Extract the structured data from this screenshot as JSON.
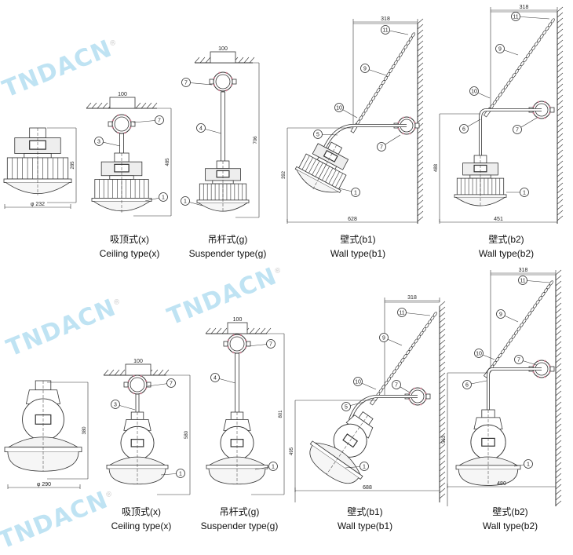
{
  "watermark": "TNDACN",
  "registered_mark": "®",
  "top_row": {
    "panels": [
      {
        "id": "product",
        "dims": [
          "285",
          "φ 232"
        ],
        "callouts": []
      },
      {
        "id": "ceiling",
        "caption_cn": "吸顶式(x)",
        "caption_en": "Ceiling type(x)",
        "dims": [
          "100",
          "485"
        ],
        "callouts": [
          "7",
          "3",
          "1"
        ]
      },
      {
        "id": "suspender",
        "caption_cn": "吊杆式(g)",
        "caption_en": "Suspender type(g)",
        "dims": [
          "100",
          "706"
        ],
        "callouts": [
          "7",
          "4",
          "1"
        ]
      },
      {
        "id": "wall_b1",
        "caption_cn": "壁式(b1)",
        "caption_en": "Wall type(b1)",
        "dims": [
          "318",
          "392",
          "628"
        ],
        "callouts": [
          "11",
          "9",
          "10",
          "5",
          "7",
          "1"
        ]
      },
      {
        "id": "wall_b2",
        "caption_cn": "壁式(b2)",
        "caption_en": "Wall type(b2)",
        "dims": [
          "318",
          "488",
          "451"
        ],
        "callouts": [
          "11",
          "9",
          "10",
          "6",
          "7",
          "1"
        ]
      }
    ]
  },
  "bottom_row": {
    "panels": [
      {
        "id": "product",
        "dims": [
          "380",
          "φ 290"
        ],
        "callouts": []
      },
      {
        "id": "ceiling",
        "caption_cn": "吸顶式(x)",
        "caption_en": "Ceiling type(x)",
        "dims": [
          "100",
          "580"
        ],
        "callouts": [
          "7",
          "3",
          "1"
        ]
      },
      {
        "id": "suspender",
        "caption_cn": "吊杆式(g)",
        "caption_en": "Suspender type(g)",
        "dims": [
          "100",
          "801"
        ],
        "callouts": [
          "7",
          "4",
          "1"
        ]
      },
      {
        "id": "wall_b1",
        "caption_cn": "壁式(b1)",
        "caption_en": "Wall type(b1)",
        "dims": [
          "318",
          "495",
          "688"
        ],
        "callouts": [
          "11",
          "9",
          "10",
          "5",
          "7",
          "1"
        ]
      },
      {
        "id": "wall_b2",
        "caption_cn": "壁式(b2)",
        "caption_en": "Wall type(b2)",
        "dims": [
          "318",
          "563",
          "480"
        ],
        "callouts": [
          "11",
          "9",
          "10",
          "6",
          "7",
          "1"
        ]
      }
    ]
  }
}
